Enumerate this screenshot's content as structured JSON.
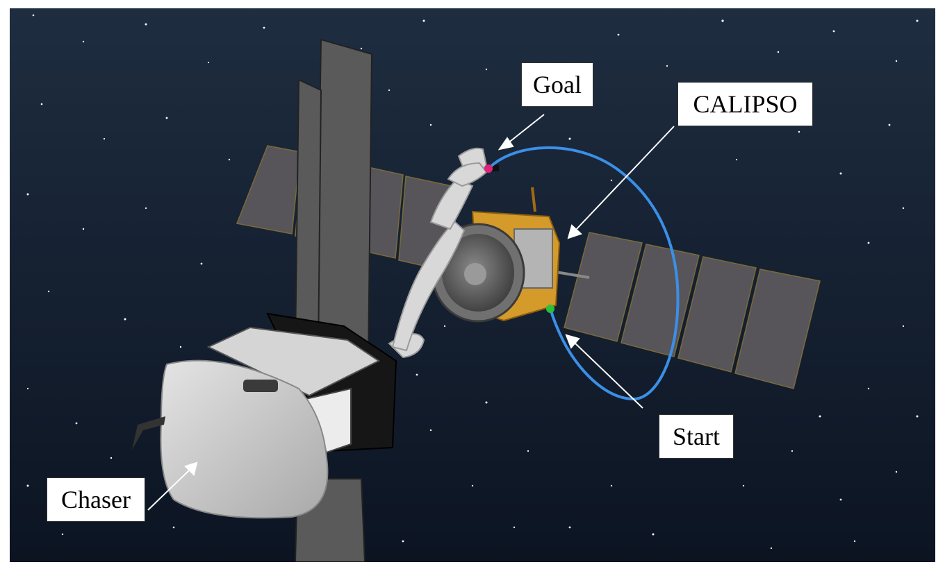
{
  "labels": {
    "goal": "Goal",
    "calipso": "CALIPSO",
    "start": "Start",
    "chaser": "Chaser"
  },
  "colors": {
    "space_top": "#1e2d40",
    "space_bottom": "#0c1422",
    "trajectory": "#3b8fe6",
    "goal_marker": "#e0227a",
    "start_marker": "#2bbf3b",
    "solar_panel": "#57555a",
    "gold_foil": "#d49a2a",
    "chaser_body": "#c9c9c9",
    "arm": "#d6d6d6"
  }
}
